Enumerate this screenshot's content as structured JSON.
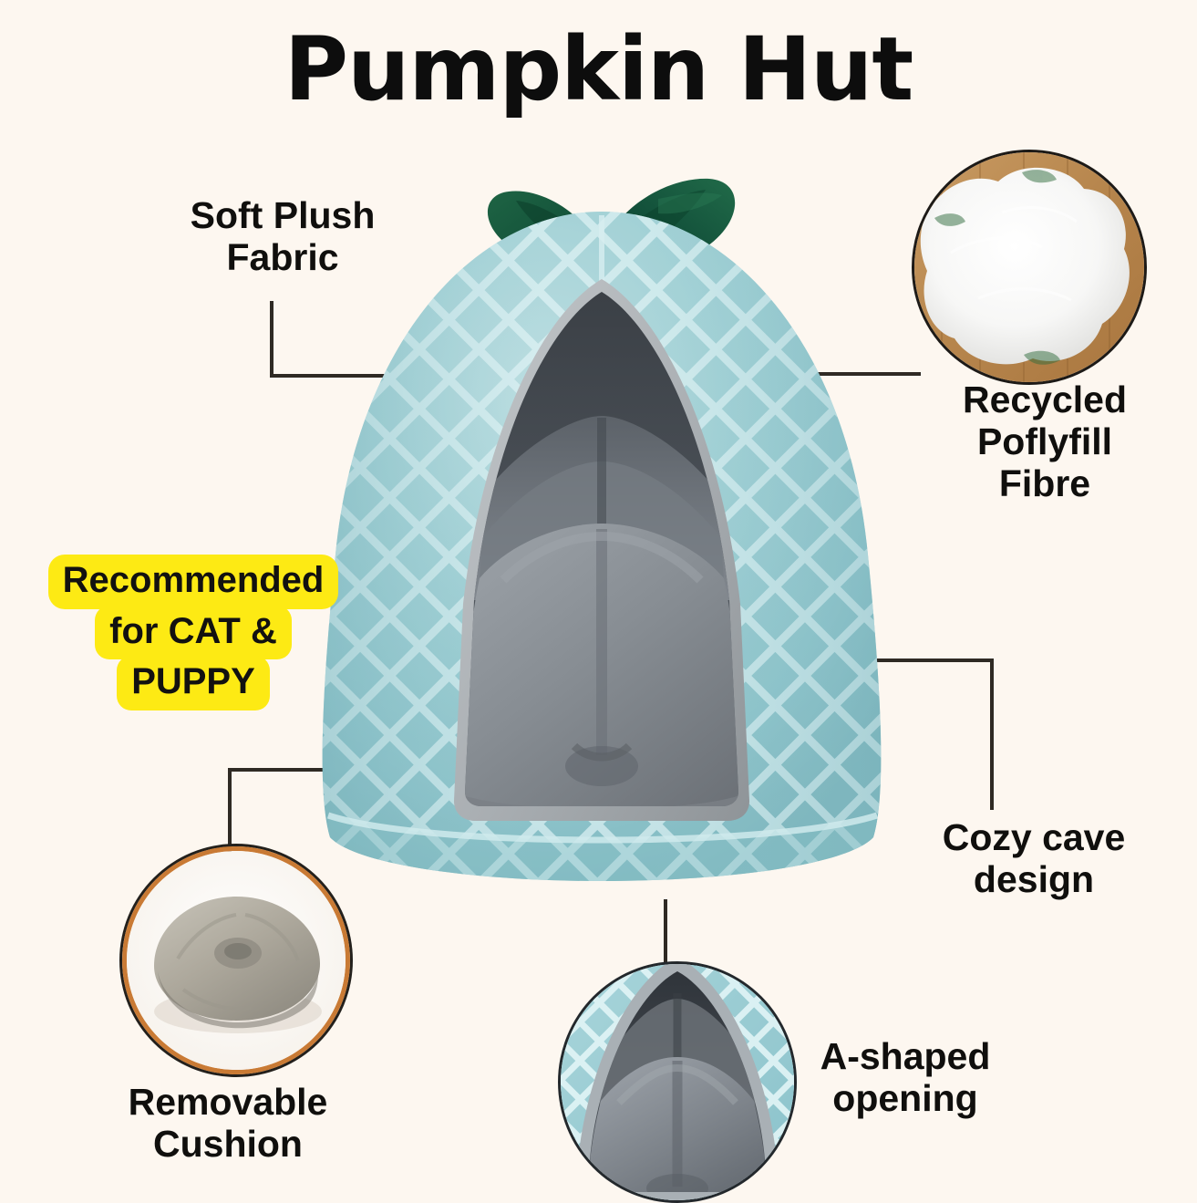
{
  "page": {
    "title": "Pumpkin Hut",
    "background_color": "#fdf7f0",
    "text_color": "#100f0d",
    "accent_yellow": "#fdea14",
    "product_teal": "#9ecfd4",
    "product_teal_light": "#c9e7e9",
    "product_teal_dark": "#7fb8bf",
    "leaf_green": "#15553a",
    "leaf_green_dark": "#0c3b27",
    "interior_gray": "#8a9096",
    "interior_gray_dark": "#474c52",
    "trim_gray": "#b3b7ba",
    "connector_color": "#2f2a24",
    "circle_ring_copper": "#c97a34"
  },
  "callouts": [
    {
      "id": "soft-plush",
      "label": "Soft Plush\nFabric",
      "side": "left",
      "anchor": "hut-shell"
    },
    {
      "id": "recycled-fibre",
      "label": "Recycled\nPoflyfill\nFibre",
      "side": "right",
      "anchor": "fiberfill-circle",
      "inset_image": "white-polyfill-fibre-on-wood"
    },
    {
      "id": "cozy-cave",
      "label": "Cozy cave\ndesign",
      "side": "right",
      "anchor": "hut-interior"
    },
    {
      "id": "removable-cushion",
      "label": "Removable\nCushion",
      "side": "left",
      "anchor": "cushion-circle",
      "inset_image": "round-gray-cushion"
    },
    {
      "id": "a-shaped-opening",
      "label": "A-shaped\nopening",
      "side": "bottom",
      "anchor": "opening-circle",
      "inset_image": "closeup-a-shaped-opening"
    }
  ],
  "badge": {
    "lines": [
      "Recommended",
      "for CAT &",
      "PUPPY"
    ],
    "background_color": "#fdea14",
    "text_color": "#121110"
  },
  "product": {
    "name": "Pumpkin Hut",
    "shell_texture": "diamond-quilted-lattice",
    "leaf_count": 2,
    "opening_shape": "A-shaped"
  }
}
